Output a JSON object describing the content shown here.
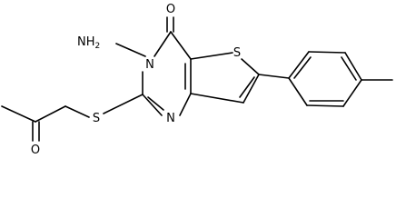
{
  "structure": {
    "atoms": {
      "oxygen_carbonyl": "O",
      "amino": "NH",
      "amino_h_count": "2",
      "nitrogen_3": "N",
      "sulfur_thiophene": "S",
      "nitrogen_1": "N",
      "sulfur_thioether": "S",
      "oxygen_ketone": "O"
    }
  },
  "colors": {
    "bond": "#000000",
    "background": "#ffffff"
  }
}
